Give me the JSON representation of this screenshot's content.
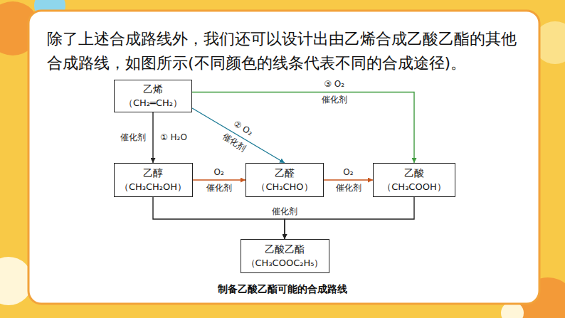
{
  "diagram": {
    "title": "除了上述合成路线外，我们还可以设计出由乙烯合成乙酸乙酯的其他合成路线，如图所示(不同颜色的线条代表不同的合成途径)。",
    "caption": "制备乙酸乙酯可能的合成路线",
    "nodes": [
      {
        "text": [
          "乙烯",
          "（CH₂═CH₂）"
        ]
      },
      {
        "text": [
          "乙醇",
          "（CH₃CH₂OH）"
        ]
      },
      {
        "text": [
          "乙醛",
          "（CH₃CHO）"
        ]
      },
      {
        "text": [
          "乙酸",
          "（CH₃COOH）"
        ]
      },
      {
        "text": [
          "乙酸乙酯",
          "（CH₃COOC₂H₅）"
        ]
      }
    ],
    "edges": [
      {
        "from": 0,
        "to": 1,
        "arrow": "to",
        "label": "① H₂O"
      },
      {
        "from": 0,
        "to": 2,
        "arrow": "to",
        "label": "② O₂"
      },
      {
        "from": 0,
        "to": 3,
        "arrow": "to",
        "label": "③ O₂"
      },
      {
        "from": 1,
        "to": 2,
        "arrow": "to",
        "label": "O₂"
      },
      {
        "from": 2,
        "to": 3,
        "arrow": "to",
        "label": "O₂"
      },
      {
        "from": 1,
        "to": 4,
        "arrow": "to"
      },
      {
        "from": 3,
        "to": 4,
        "arrow": "to"
      }
    ],
    "labels": [
      "催化剂",
      "催化剂",
      "催化剂",
      "催化剂",
      "催化剂",
      "催化剂"
    ]
  }
}
